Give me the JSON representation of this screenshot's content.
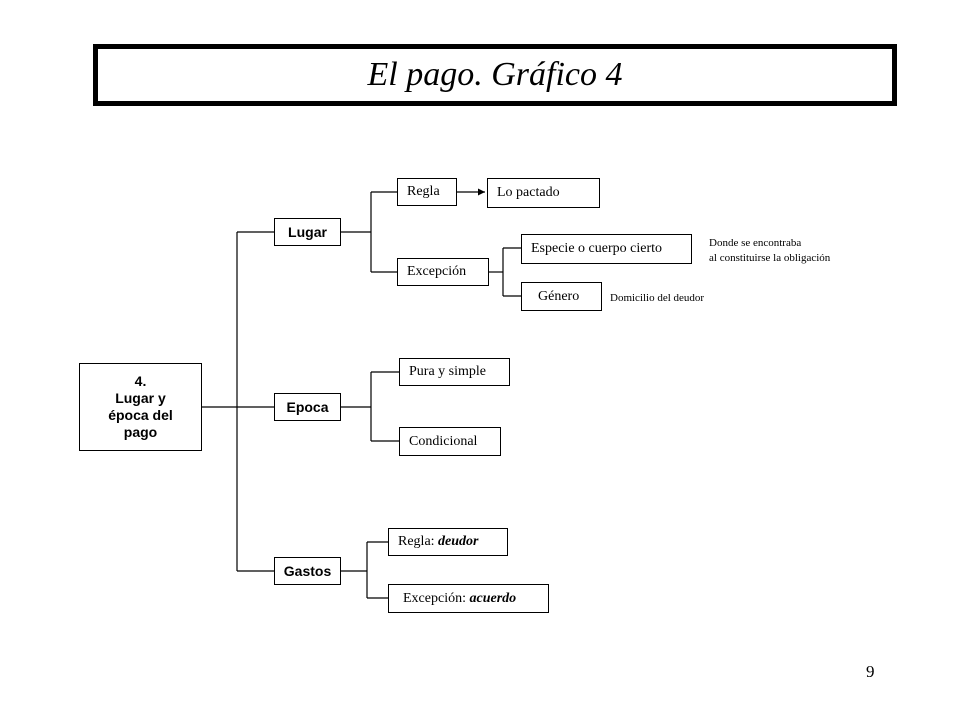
{
  "title": "El pago. Gráfico 4",
  "root": {
    "line1": "4.",
    "line2": "Lugar y",
    "line3": "época del",
    "line4": "pago"
  },
  "branches": {
    "lugar": "Lugar",
    "epoca": "Epoca",
    "gastos": "Gastos"
  },
  "lugar": {
    "regla": "Regla",
    "lo_pactado": "Lo pactado",
    "excepcion": "Excepción",
    "especie": "Especie o cuerpo cierto",
    "especie_note_1": "Donde se encontraba",
    "especie_note_2": "al constituirse la obligación",
    "genero": "Género",
    "genero_note": "Domicilio  del deudor"
  },
  "epoca": {
    "pura": "Pura y simple",
    "condicional": "Condicional"
  },
  "gastos": {
    "regla_prefix": "Regla: ",
    "regla_value": "deudor",
    "excepcion_prefix": "Excepción: ",
    "excepcion_value": "acuerdo"
  },
  "page_number": "9"
}
